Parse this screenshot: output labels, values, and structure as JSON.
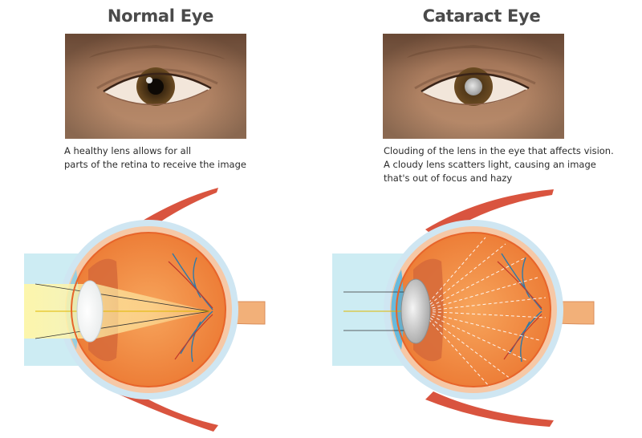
{
  "normal": {
    "title": "Normal Eye",
    "caption": [
      "A healthy lens allows for all",
      "parts of the retina to receive the image"
    ]
  },
  "cataract": {
    "title": "Cataract Eye",
    "caption": [
      "Clouding of the lens in the eye that affects vision.",
      "A cloudy lens scatters light, causing an image",
      "that's out of focus and hazy"
    ]
  },
  "colors": {
    "skin": "#a77a5c",
    "iris": "#5b3d1a",
    "sclera": "#f3e8dc",
    "eye_interior": "#f18a3f",
    "light_beam": "#cde8f0",
    "muscle": "#d5503f",
    "nerve": "#f4b37a",
    "cornea": "#7fd0ee"
  },
  "icons": [
    "normal-eye-photo",
    "cataract-eye-photo",
    "normal-eye-cross-section",
    "cataract-eye-cross-section"
  ]
}
